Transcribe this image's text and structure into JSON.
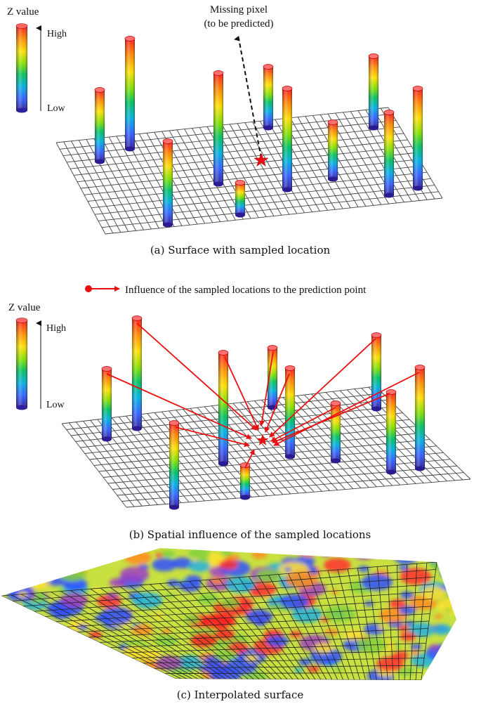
{
  "panel_a": {
    "caption": "(a) Surface with sampled location",
    "missing_label_line1": "Missing pixel",
    "missing_label_line2": "(to be predicted)"
  },
  "panel_b": {
    "caption": "(b) Spatial influence of the sampled locations",
    "legend_label": "Influence of the sampled locations to the prediction point"
  },
  "panel_c": {
    "caption": "(c) Interpolated surface"
  },
  "colorbar": {
    "title": "Z value",
    "high": "High",
    "low": "Low"
  },
  "colors": {
    "gradient": [
      "#ff1a1a",
      "#ff8a00",
      "#ffe000",
      "#7fe000",
      "#00c060",
      "#00b0e0",
      "#3060ff",
      "#3020a0"
    ],
    "arrow": "#e81010",
    "grid": "#333333",
    "star": "#e81010"
  }
}
